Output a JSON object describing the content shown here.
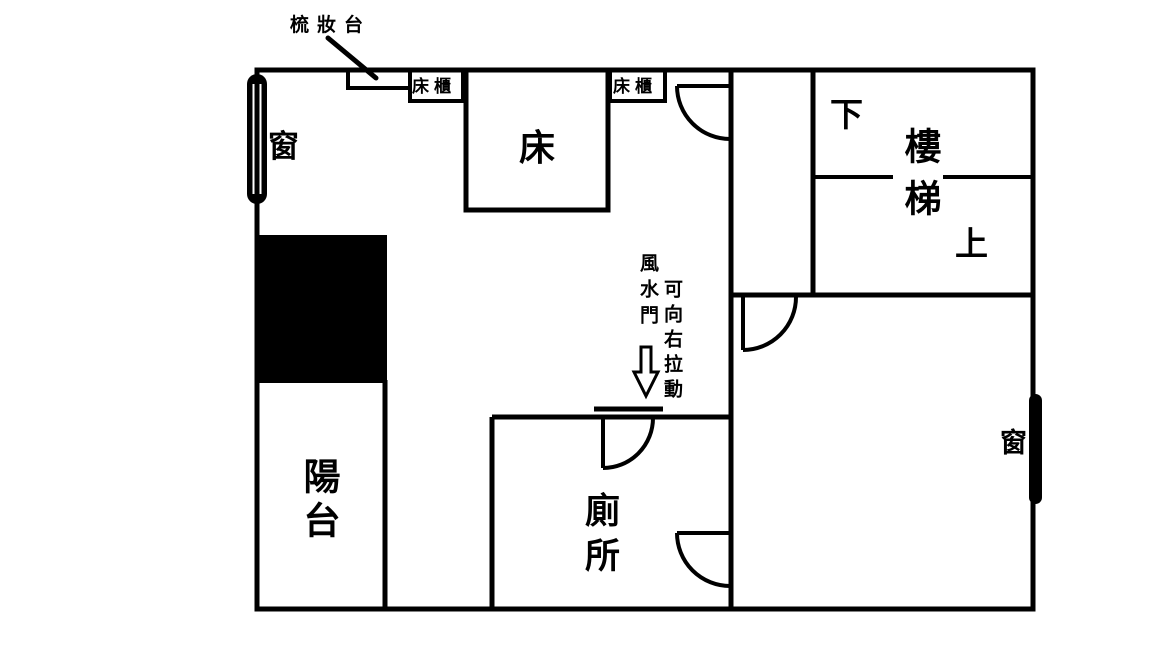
{
  "palette": {
    "ink": "#000000",
    "paper": "#ffffff"
  },
  "floorplan": {
    "bedroom": {
      "dressing_table_label": "梳妝台",
      "cabinet_left_label": "床櫃",
      "cabinet_right_label": "床櫃",
      "bed_label": "床",
      "window_label": "窗"
    },
    "staircase": {
      "down_label": "下",
      "name_label": "樓梯",
      "up_label": "上"
    },
    "balcony": {
      "name_label": "陽台"
    },
    "toilet": {
      "name_label": "廁所"
    },
    "right_room": {
      "window_label": "窗"
    },
    "annotations": {
      "sliding_door_note_col1": "風水門",
      "sliding_door_note_col2": "可向右拉動"
    }
  }
}
